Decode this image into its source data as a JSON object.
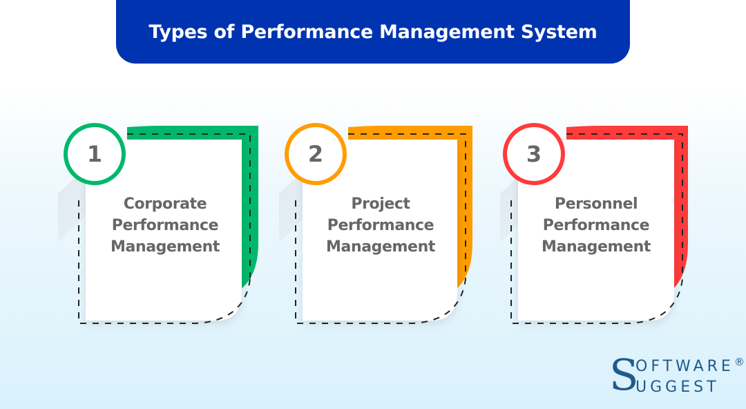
{
  "header": {
    "title": "Types of Performance Management System",
    "background_color": "#0033b0"
  },
  "cards": [
    {
      "number": "1",
      "label_lines": [
        "Corporate",
        "Performance",
        "Management"
      ],
      "accent_color": "#00b86b"
    },
    {
      "number": "2",
      "label_lines": [
        "Project",
        "Performance",
        "Management"
      ],
      "accent_color": "#ff9d00"
    },
    {
      "number": "3",
      "label_lines": [
        "Personnel",
        "Performance",
        "Management"
      ],
      "accent_color": "#ff3b3b"
    }
  ],
  "logo": {
    "initial": "S",
    "line1": "OFTWARE",
    "registered": "®",
    "line2": "UGGEST",
    "color": "#1e5a8c"
  }
}
